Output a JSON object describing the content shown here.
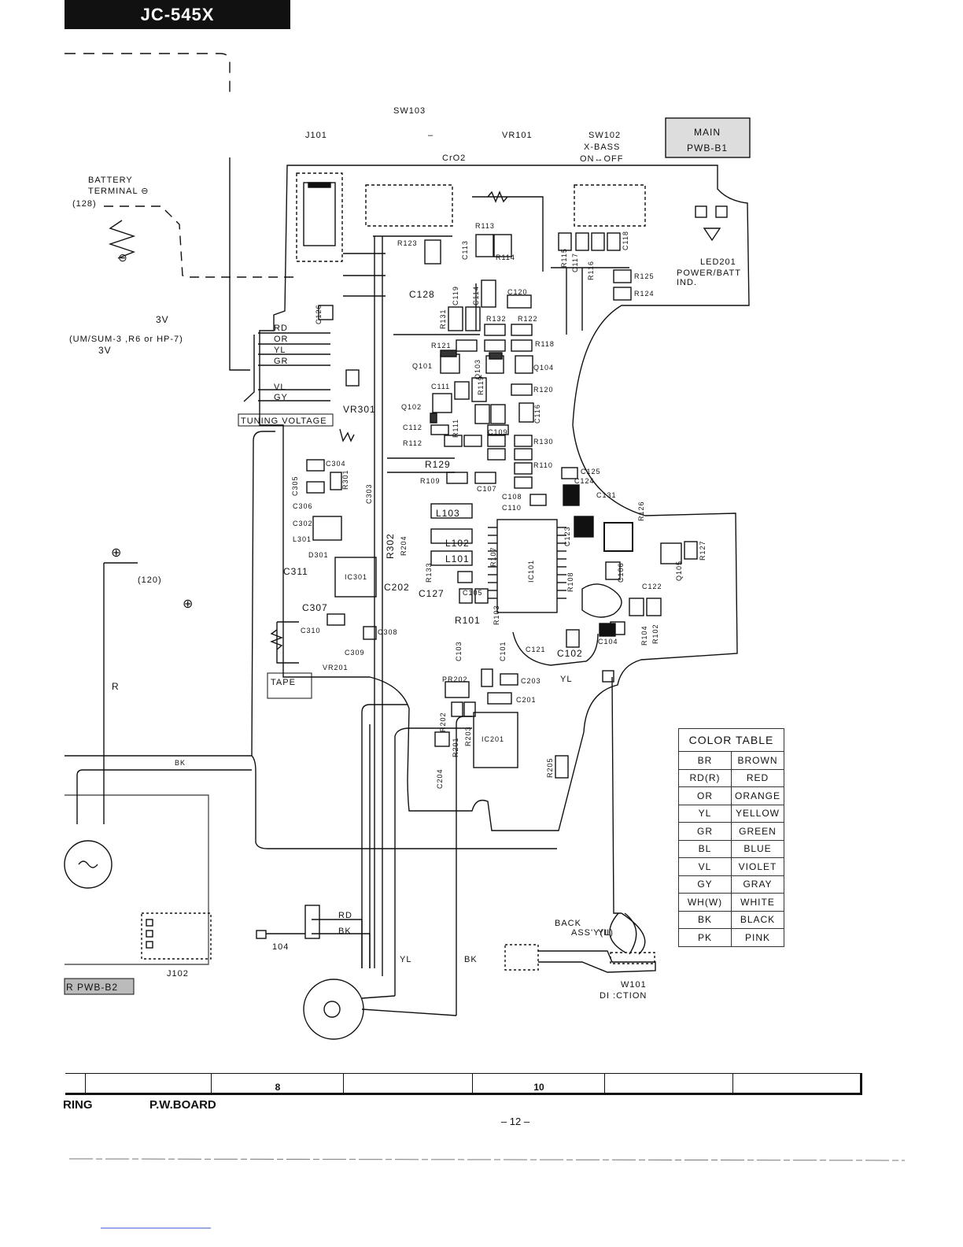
{
  "header": {
    "model": "JC-545X"
  },
  "board": {
    "main_label_line1": "MAIN",
    "main_label_line2": "PWB-B1",
    "sub_label": "R PWB-B2"
  },
  "top_labels": {
    "sw103": "SW103",
    "j101": "J101",
    "dash": "–",
    "vr101": "VR101",
    "sw102": "SW102",
    "xbass": "X-BASS",
    "on_off": "ON↔OFF",
    "cro2": "CrO2"
  },
  "battery": {
    "terminal_line1": "BATTERY",
    "terminal_line2": "TERMINAL ⊖",
    "ref": "(128)",
    "voltage": "3V",
    "types": "(UM/SUM-3 ,R6 or HP-7)",
    "voltage2": "3V"
  },
  "wires": {
    "rd": "RD",
    "or": "OR",
    "yl": "YL",
    "gr": "GR",
    "vl": "VL",
    "gy": "GY",
    "bk": "BK",
    "r": "R"
  },
  "boxes": {
    "tuning_voltage": "TUNING VOLTAGE",
    "tape": "TAPE"
  },
  "refs": {
    "ref120": "(120)",
    "ref104": "104",
    "j102": "J102",
    "back_assy": "BACK",
    "back_assy2": "ASS'Y(II)",
    "w101": "W101",
    "direction": "DI :CTION",
    "led": "LED201",
    "led2": "POWER/BATT",
    "led3": "IND."
  },
  "components": [
    "R123",
    "C113",
    "R113",
    "R114",
    "R115",
    "C117",
    "R116",
    "C118",
    "R125",
    "R124",
    "C128",
    "C119",
    "C114",
    "C120",
    "R131",
    "R132",
    "R122",
    "R121",
    "R118",
    "Q101",
    "Q103",
    "Q104",
    "C111",
    "R119",
    "R120",
    "Q102",
    "C112",
    "C109",
    "C116",
    "R112",
    "R111",
    "R130",
    "R129",
    "R109",
    "C107",
    "R110",
    "C125",
    "C124",
    "C108",
    "C110",
    "C131",
    "C126",
    "C304",
    "C305",
    "R301",
    "C303",
    "C306",
    "C302",
    "L301",
    "D301",
    "C311",
    "IC301",
    "R302",
    "R204",
    "C202",
    "C307",
    "C310",
    "C308",
    "C309",
    "VR201",
    "VR301",
    "L103",
    "L102",
    "L101",
    "R133",
    "C127",
    "C105",
    "R107",
    "R101",
    "R103",
    "IC101",
    "R108",
    "C123",
    "C106",
    "C122",
    "R126",
    "R127",
    "Q105",
    "R104",
    "R102",
    "C104",
    "C121",
    "C102",
    "C101",
    "C103",
    "PR202",
    "C203",
    "C201",
    "R202",
    "R201",
    "R203",
    "IC201",
    "C204",
    "R205"
  ],
  "color_table": {
    "title": "COLOR  TABLE",
    "rows": [
      [
        "BR",
        "BROWN"
      ],
      [
        "RD(R)",
        "RED"
      ],
      [
        "OR",
        "ORANGE"
      ],
      [
        "YL",
        "YELLOW"
      ],
      [
        "GR",
        "GREEN"
      ],
      [
        "BL",
        "BLUE"
      ],
      [
        "VL",
        "VIOLET"
      ],
      [
        "GY",
        "GRAY"
      ],
      [
        "WH(W)",
        "WHITE"
      ],
      [
        "BK",
        "BLACK"
      ],
      [
        "PK",
        "PINK"
      ]
    ]
  },
  "bottom_grid": {
    "col8": "8",
    "col10": "10"
  },
  "footer": {
    "left": "RING",
    "board": "P.W.BOARD",
    "page": "– 12 –"
  }
}
